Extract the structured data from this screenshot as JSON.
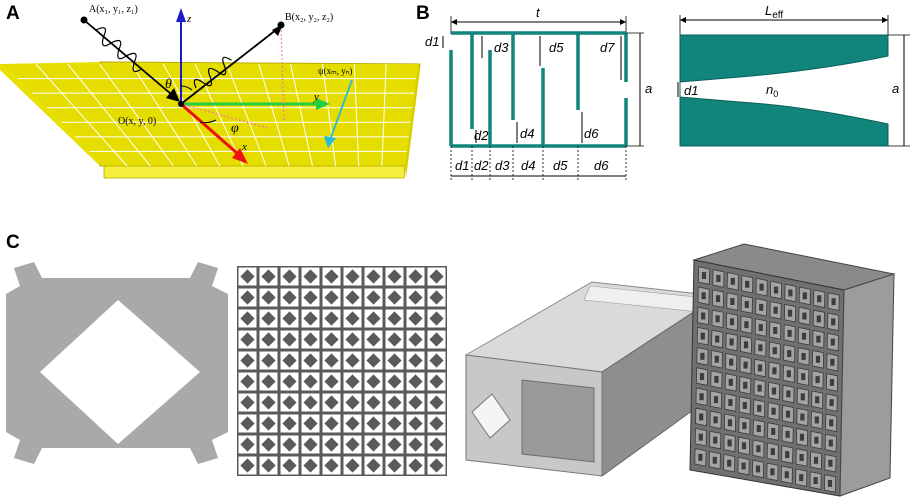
{
  "panels": {
    "A": {
      "letter": "A",
      "point_A": "A(x₁, y₁, z₁)",
      "point_B": "B(x₂, y₂, z₂)",
      "point_O": "O(x, y, 0)",
      "point_psi": "ψ(xₘ, yₙ)",
      "axis_z": "z",
      "axis_y": "y",
      "axis_x": "x",
      "theta": "θ",
      "phi": "φ",
      "colors": {
        "plate": "#e8e000",
        "plate_edge": "#c8b800",
        "grid": "#ffffff"
      }
    },
    "B": {
      "letter": "B",
      "left": {
        "t": "t",
        "a": "a",
        "d_top": [
          "d1",
          "d3",
          "d5",
          "d7"
        ],
        "d_bottom": [
          "d2",
          "d4",
          "d6"
        ],
        "d_width": [
          "d1",
          "d2",
          "d3",
          "d4",
          "d5",
          "d6"
        ]
      },
      "right": {
        "Leff": "L",
        "Leff_sub": "eff",
        "d1": "d1",
        "n0": "n",
        "n0_sub": "0",
        "a": "a"
      },
      "colors": {
        "teal": "#11847c"
      }
    },
    "C": {
      "letter": "C",
      "colors": {
        "grey": "#a9a9a9",
        "light": "#d5d5d5",
        "dark": "#6e6e6e"
      }
    }
  }
}
